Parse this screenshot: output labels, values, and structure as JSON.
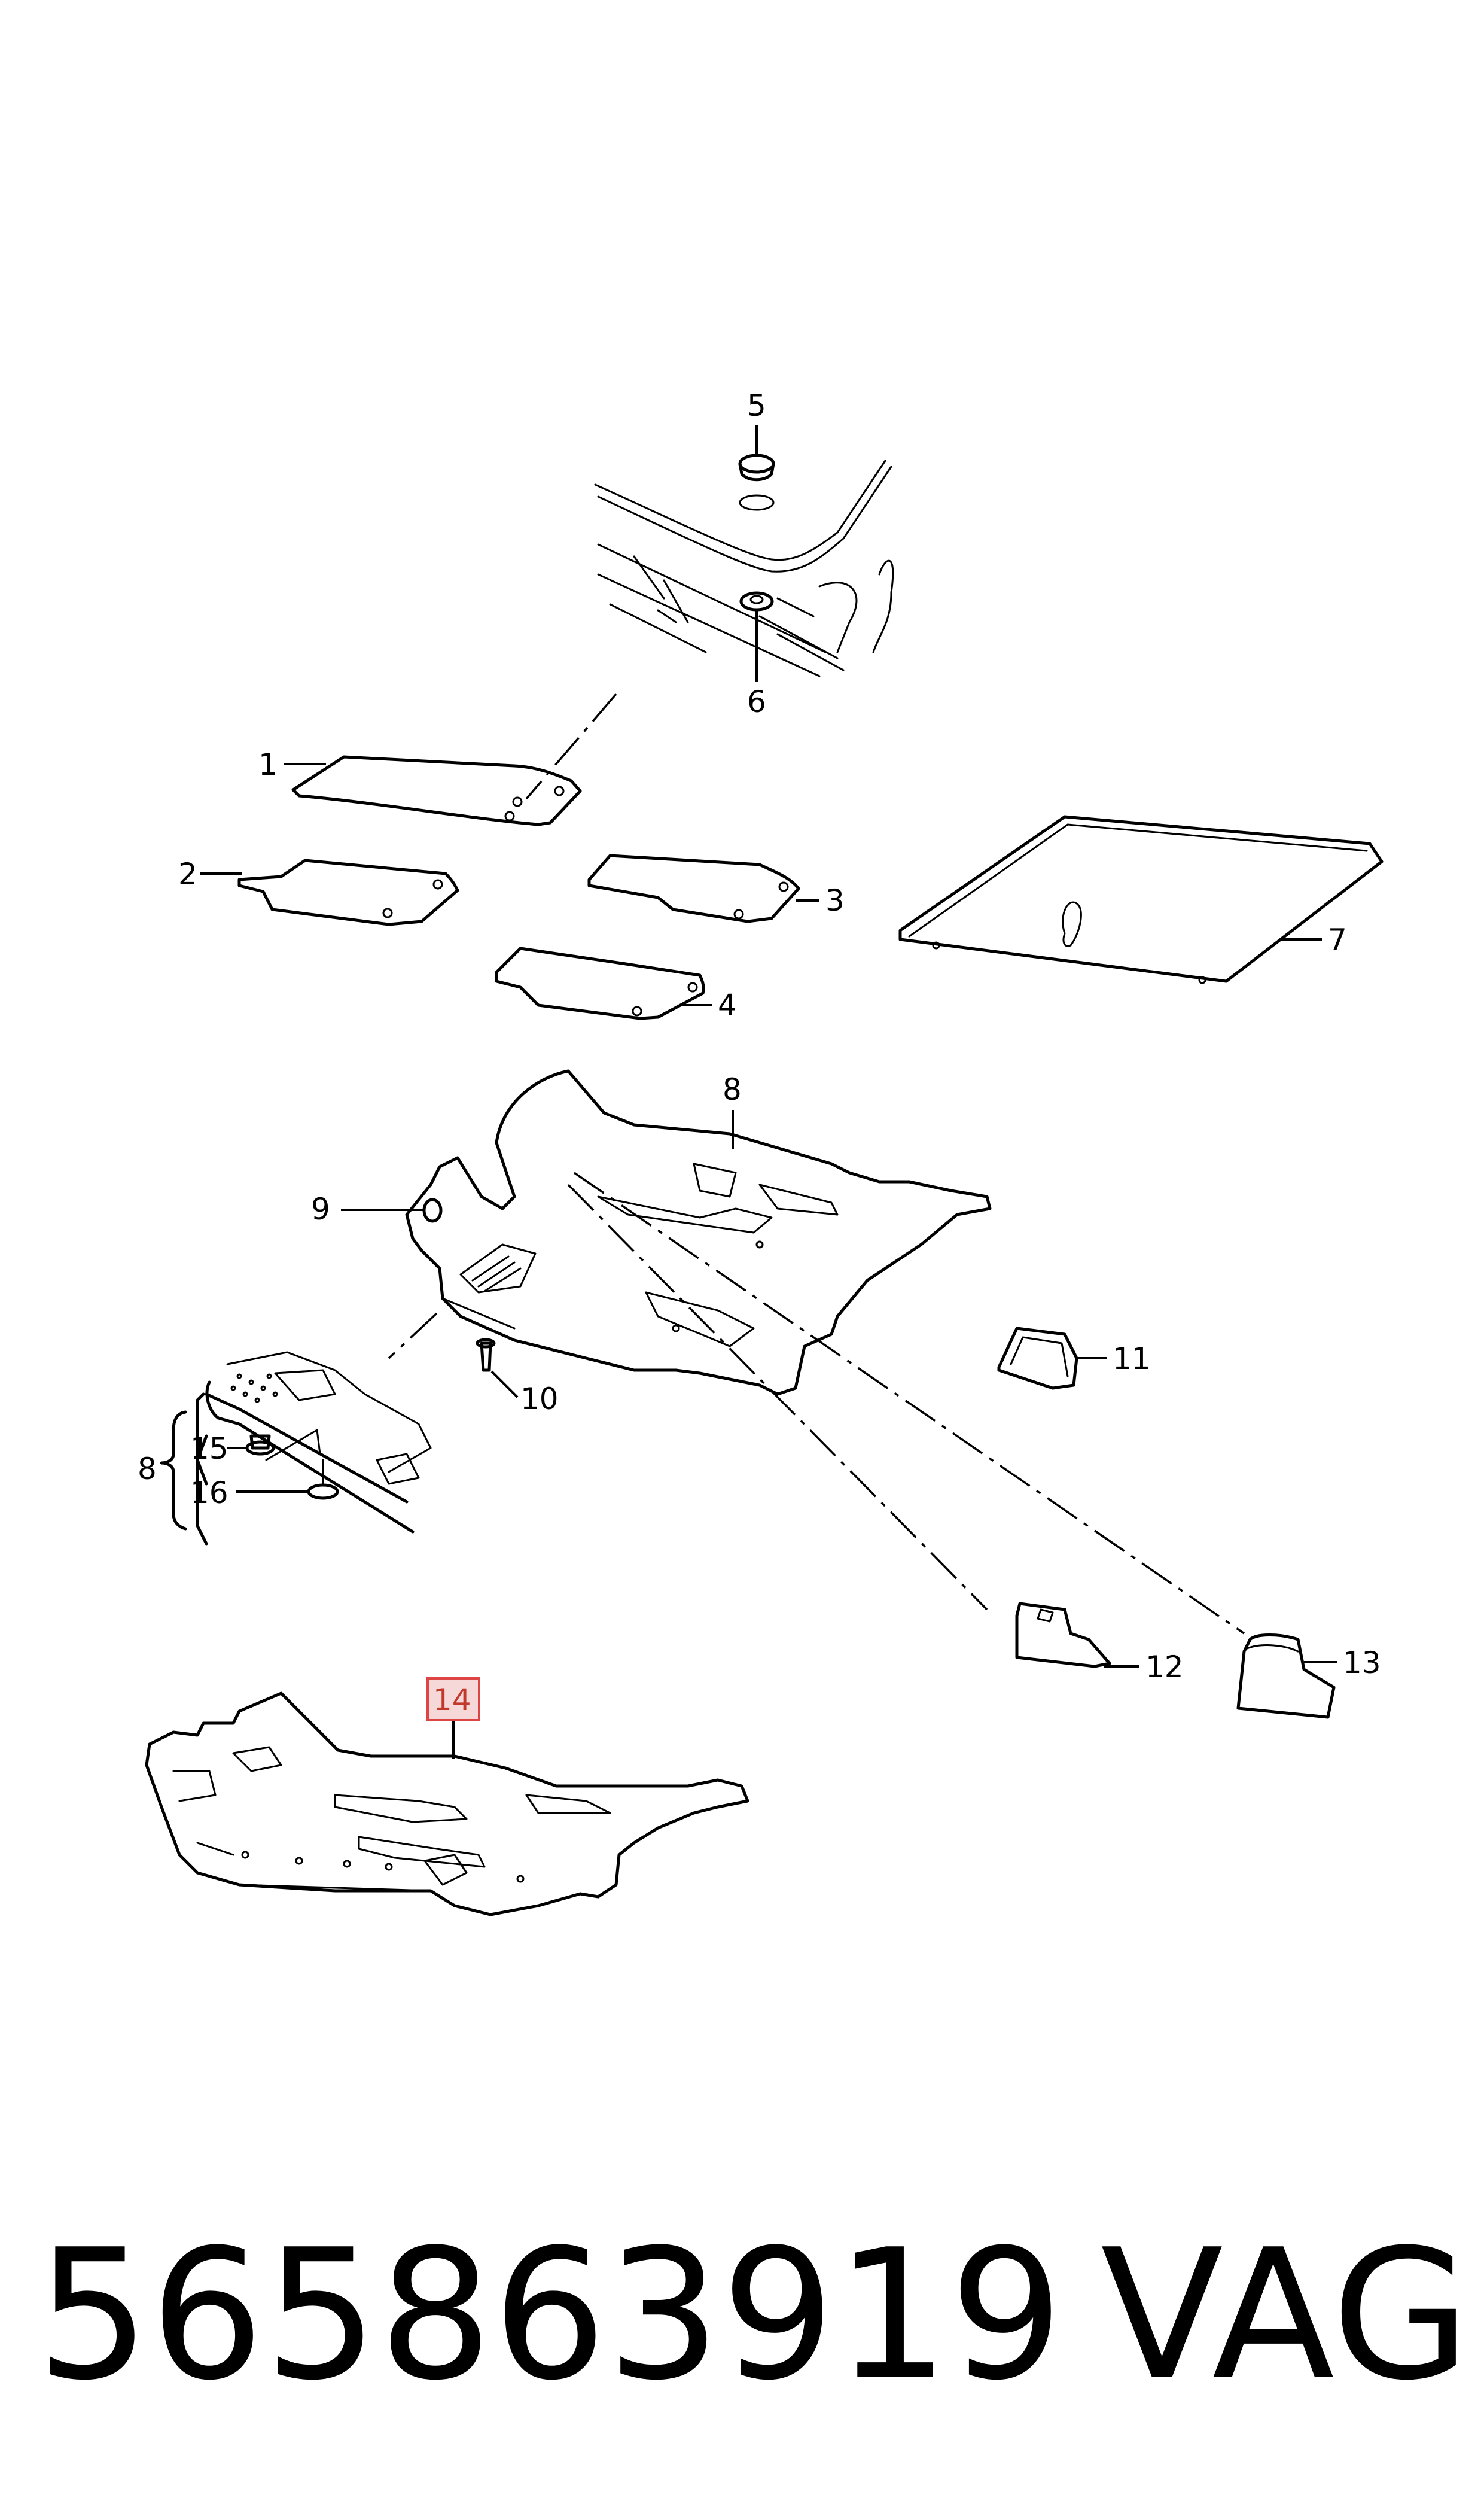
{
  "callouts": [
    {
      "id": "1",
      "text": "1"
    },
    {
      "id": "2",
      "text": "2"
    },
    {
      "id": "3",
      "text": "3"
    },
    {
      "id": "4",
      "text": "4"
    },
    {
      "id": "5",
      "text": "5"
    },
    {
      "id": "6",
      "text": "6"
    },
    {
      "id": "7",
      "text": "7"
    },
    {
      "id": "8",
      "text": "8"
    },
    {
      "id": "8b",
      "text": "8"
    },
    {
      "id": "9",
      "text": "9"
    },
    {
      "id": "10",
      "text": "10"
    },
    {
      "id": "11",
      "text": "11"
    },
    {
      "id": "12",
      "text": "12"
    },
    {
      "id": "13",
      "text": "13"
    },
    {
      "id": "14",
      "text": "14"
    },
    {
      "id": "15",
      "text": "15"
    },
    {
      "id": "16",
      "text": "16"
    }
  ],
  "highlighted_callout": "14",
  "highlight_color": "#d44444",
  "footer": {
    "part_number": "565863919",
    "brand": "VAG"
  }
}
